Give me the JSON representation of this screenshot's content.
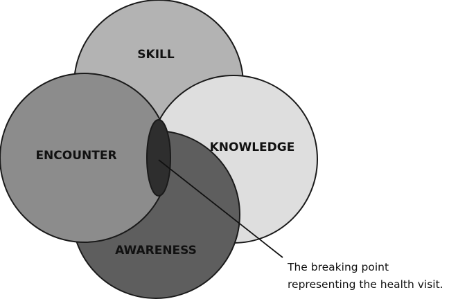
{
  "labels": {
    "skill": "SKILL",
    "knowledge": "KNOWLEDGE",
    "encounter": "ENCOUNTER",
    "awareness": "AWARENESS"
  },
  "annotation": {
    "line1": "The breaking point",
    "line2": "representing the health visit."
  },
  "colors": {
    "skill": "#b3b3b3",
    "knowledge": "#dedede",
    "awareness": "#5e5e5e",
    "encounter": "#8c8c8c",
    "breaking_point": "#2e2e2e",
    "outline": "#1a1a1a"
  }
}
